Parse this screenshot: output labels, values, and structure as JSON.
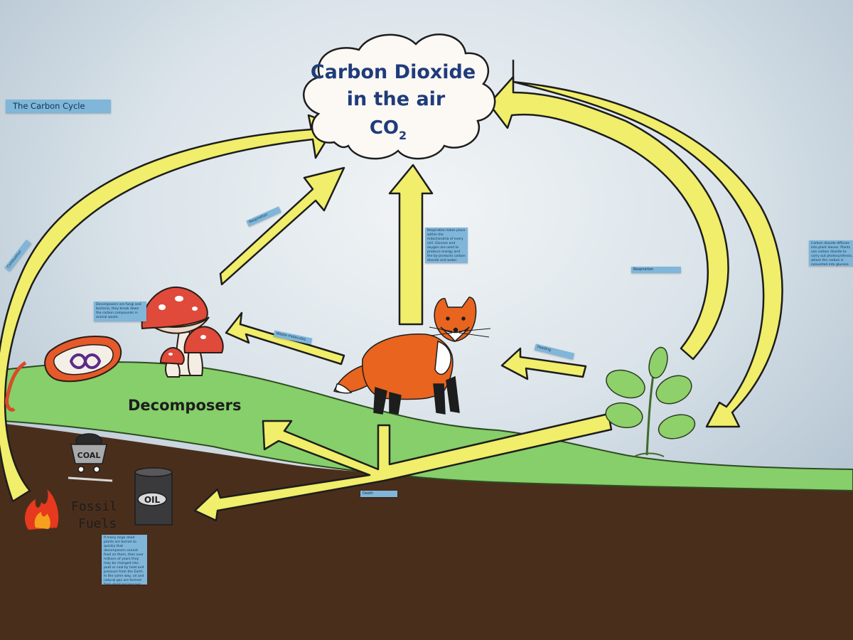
{
  "title_label": "The Carbon Cycle",
  "cloud": {
    "line1": "Carbon Dioxide",
    "line2": "in the air",
    "formula": "CO",
    "formula_sub": "2"
  },
  "decomposers_label": "Decomposers",
  "fossil_fuels": {
    "line1": "Fossil",
    "line2": "Fuels"
  },
  "coal_label": "COAL",
  "oil_label": "OIL",
  "arrow_labels": {
    "combustion": "Combustion",
    "decomposers_respiration": "Respiration",
    "waste_molecules": "Waste molecules",
    "respiration_right": "Respiration",
    "feeding": "Feeding",
    "death": "Death"
  },
  "notes": {
    "decomposers": "Decomposers are fungi and bacteria, they break down the carbon compounds in animal waste.",
    "respiration": "Respiration takes place within the mitochondria of every cell. Glucose and oxygen are used to produce energy and the by-products carbon dioxide and water.",
    "photosynthesis": "Carbon dioxide diffuses into plant leaves. Plants use carbon dioxide to carry out photosynthesis, where the carbon is converted into glucose.",
    "fossil": "If many large dead plants are buried so quickly that decomposers cannot feed on them, then over millions of years they may be changed into peat or coal by heat and pressure from the Earth. In the same way, oil and natural gas are formed from dead microscopic sea plants and animals."
  },
  "colors": {
    "wall": "#c9d6df",
    "arrow_fill": "#f0ee6a",
    "grass": "#86cf6a",
    "soil": "#4a2e1c",
    "fox": "#e8641f",
    "label_bg": "#7fb6da",
    "text_dark": "#1f3c7a"
  }
}
